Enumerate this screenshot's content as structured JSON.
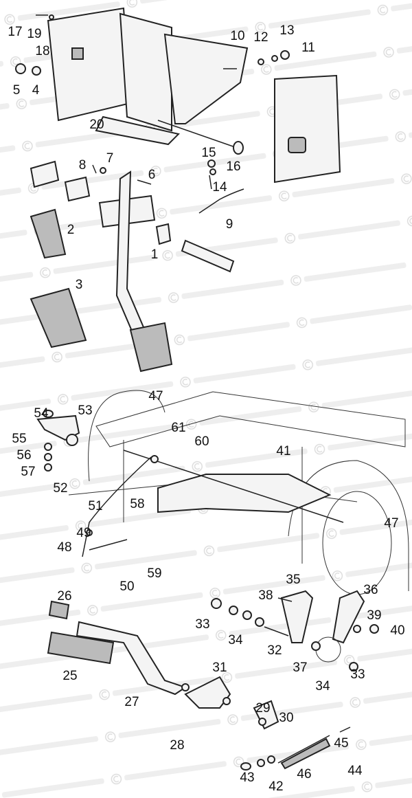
{
  "watermark": "© Brown and Gammons Ltd",
  "callouts": {
    "upper": [
      "17",
      "19",
      "18",
      "10",
      "12",
      "13",
      "11",
      "5",
      "4",
      "20",
      "7",
      "8",
      "6",
      "15",
      "16",
      "14",
      "9",
      "2",
      "1",
      "3"
    ],
    "middle": [
      "47",
      "54",
      "53",
      "55",
      "56",
      "57",
      "52",
      "61",
      "60",
      "41",
      "58",
      "51",
      "49",
      "48",
      "47",
      "59",
      "50"
    ],
    "lower": [
      "35",
      "36",
      "38",
      "26",
      "33",
      "39",
      "40",
      "34",
      "32",
      "37",
      "25",
      "34",
      "33",
      "31",
      "27",
      "29",
      "30",
      "28",
      "45",
      "43",
      "46",
      "44",
      "42"
    ]
  }
}
